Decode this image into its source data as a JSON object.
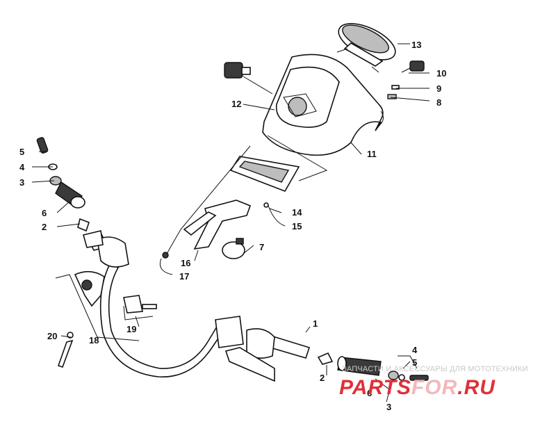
{
  "callouts": {
    "c1": "1",
    "c2a": "2",
    "c2b": "2",
    "c3a": "3",
    "c3b": "3",
    "c4a": "4",
    "c4b": "4",
    "c5a": "5",
    "c5b": "5",
    "c6a": "6",
    "c6b": "6",
    "c7": "7",
    "c8": "8",
    "c9": "9",
    "c10": "10",
    "c11": "11",
    "c12": "12",
    "c13": "13",
    "c14": "14",
    "c15": "15",
    "c16": "16",
    "c17": "17",
    "c18": "18",
    "c19": "19",
    "c20": "20"
  },
  "watermark": {
    "tagline": "ЗАПЧАСТИ И АКСЕССУАРЫ ДЛЯ МОТОТЕХНИКИ",
    "logo_part1": "PARTS",
    "logo_part2": "FOR",
    "logo_part3": ".RU",
    "logo_color_red": "#e0303a",
    "logo_color_light": "#f2b8bc"
  }
}
